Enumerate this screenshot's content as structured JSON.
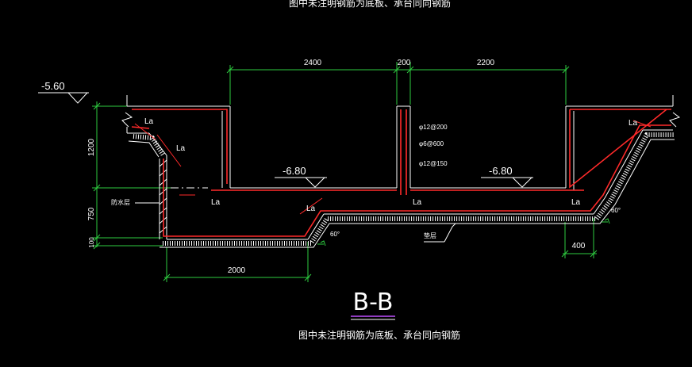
{
  "header_note": "图中未注明钢筋为底板、承台同向钢筋",
  "title": "B-B",
  "footer_note": "图中未注明钢筋为底板、承台同向钢筋",
  "levels": {
    "top_left": "-5.60",
    "mid_left": "-6.80",
    "mid_right": "-6.80"
  },
  "dimensions": {
    "top_left_span": "2400",
    "top_mid_span": "200",
    "top_right_span": "2200",
    "left_h1": "1200",
    "left_h2": "750",
    "left_h3": "100",
    "bottom_left": "2000",
    "bottom_right": "400"
  },
  "rebar_labels": {
    "r1": "φ12@200",
    "r2": "φ6@600",
    "r3": "φ12@150"
  },
  "anchor_label": "La",
  "angle_label": "60°",
  "tags": {
    "left_tag": "防水层",
    "bottom_tag": "垫层"
  },
  "colors": {
    "rebar": "#ff2a2a",
    "dimension": "#2ecc40",
    "outline": "#ffffff",
    "title_underline": "#c050ff"
  }
}
